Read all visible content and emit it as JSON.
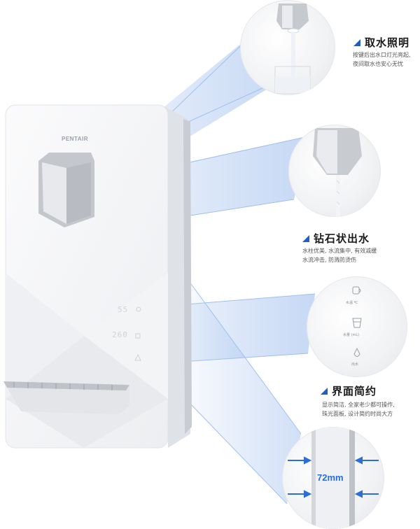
{
  "brand": {
    "name": "PENTAIR"
  },
  "colors": {
    "accent": "#1e5fc8",
    "beam": "#5a8fe0",
    "dimension": "#2a6edb"
  },
  "features": [
    {
      "title": "取水照明",
      "desc_lines": [
        "按键后出水口灯光亮起,",
        "夜间取水也安心无忧"
      ]
    },
    {
      "title": "钻石状出水",
      "desc_lines": [
        "水柱优美, 水流集中, 有效减缓",
        "水流冲击, 防溅防烫伤"
      ]
    },
    {
      "title": "界面简约",
      "desc_lines": [
        "显示简洁, 全家老少都可操作,",
        "珠光面板, 设计简约时尚大方"
      ]
    }
  ],
  "control_panel": {
    "buttons": [
      {
        "label": "水温 ºC",
        "icon": "mug-icon"
      },
      {
        "label": "水量 (mL)",
        "icon": "cup-icon"
      },
      {
        "label": "出水",
        "icon": "droplet-icon"
      }
    ]
  },
  "display": {
    "temp_reading": "55",
    "volume_reading": "260"
  },
  "dimension": {
    "text": "72mm"
  }
}
